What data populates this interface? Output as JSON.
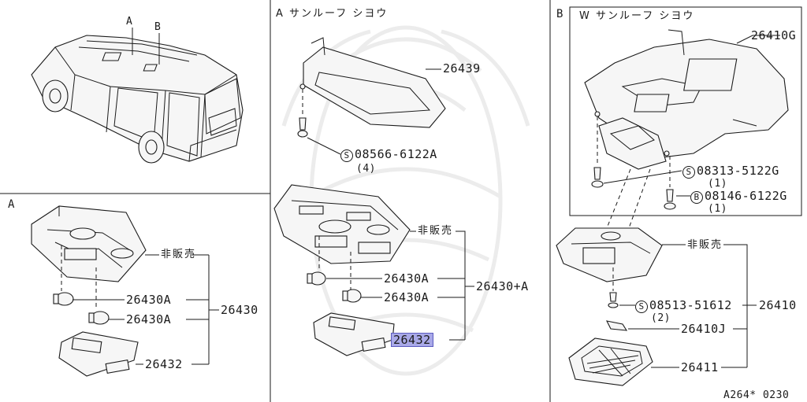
{
  "panel_a_top": {
    "title": "A サンルーフ シヨウ"
  },
  "panel_b": {
    "title": "B",
    "subtitle": "W サンルーフ シヨウ"
  },
  "panel_a_left": {
    "title": "A"
  },
  "car": {
    "callout_a": "A",
    "callout_b": "B"
  },
  "left_parts": {
    "not_sold": "非販売",
    "bulb_1": "26430A",
    "bulb_2": "26430A",
    "assembly": "26430",
    "lens": "26432"
  },
  "mid_parts": {
    "bracket": "26439",
    "screw_code": "08566-6122A",
    "screw_qty": "(4)",
    "not_sold": "非販売",
    "bulb_1": "26430A",
    "bulb_2": "26430A",
    "assembly": "26430+A",
    "lens": "26432"
  },
  "right_parts": {
    "plate": "26410G",
    "screw_1_code": "08313-5122G",
    "screw_1_qty": "(1)",
    "bolt_code": "08146-6122G",
    "bolt_qty": "(1)",
    "not_sold": "非販売",
    "screw_2_code": "08513-51612",
    "screw_2_qty": "(2)",
    "assembly": "26410",
    "bulb": "26410J",
    "lens": "26411"
  },
  "symbols": {
    "s": "S",
    "b": "B"
  },
  "footer": {
    "code": "A264* 0230"
  }
}
